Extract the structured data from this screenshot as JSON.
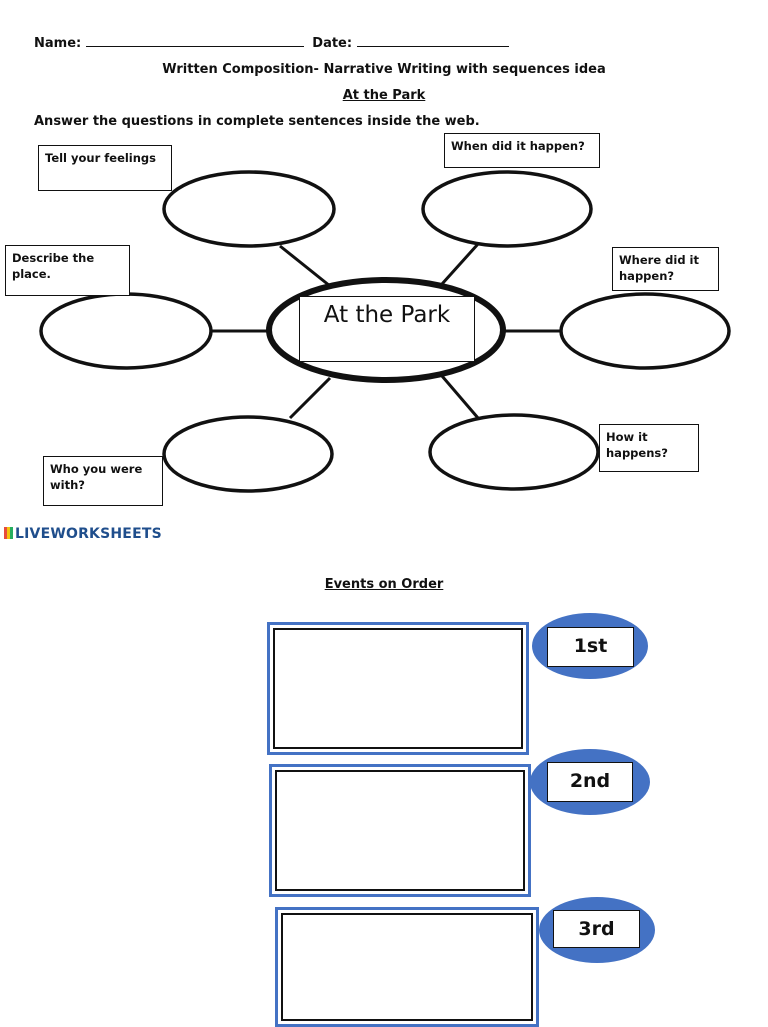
{
  "header": {
    "name_label": "Name:",
    "date_label": "Date:",
    "title": "Written Composition- Narrative Writing with sequences idea",
    "subtitle": "At the Park",
    "instruction": "Answer the questions in complete sentences inside the web."
  },
  "web": {
    "center": "At the Park",
    "prompts": {
      "feelings": "Tell your feelings",
      "when": "When did it happen?",
      "place": "Describe the place.",
      "where": "Where did it happen?",
      "who": "Who you were with?",
      "how": "How it happens?"
    }
  },
  "logo": {
    "text": "LIVEWORKSHEETS"
  },
  "events": {
    "title": "Events on Order",
    "items": [
      {
        "order": "1st"
      },
      {
        "order": "2nd"
      },
      {
        "order": "3rd"
      }
    ]
  },
  "colors": {
    "accent": "#4472c4",
    "logo": "#1f4e8c"
  }
}
